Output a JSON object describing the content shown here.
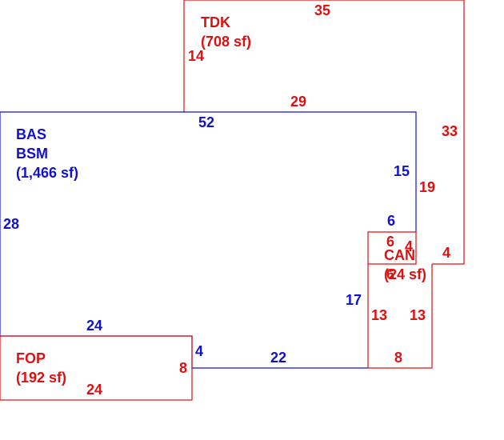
{
  "colors": {
    "red": "#dd1111",
    "blue": "#1111cc",
    "background": "#ffffff"
  },
  "areas": {
    "tdk": {
      "code": "TDK",
      "area": "(708 sf)"
    },
    "bas": {
      "code1": "BAS",
      "code2": "BSM",
      "area": "(1,466 sf)"
    },
    "fop": {
      "code": "FOP",
      "area": "(192 sf)"
    },
    "can": {
      "code": "CAN",
      "area": "(24 sf)"
    }
  },
  "dimensions": {
    "tdk_top": "35",
    "tdk_left": "14",
    "tdk_bottom": "29",
    "tdk_right": "33",
    "tdk_right_lower": "19",
    "tdk_step": "4",
    "bas_top": "52",
    "bas_left": "28",
    "bas_right_upper": "15",
    "bas_notch_top": "6",
    "bas_right_lower": "17",
    "bas_bottom_mid": "22",
    "bas_bottom_left": "24",
    "bas_step": "4",
    "can_top": "6",
    "can_side": "4",
    "can_bottom": "6",
    "fop_right": "8",
    "fop_bottom": "24",
    "lower_left": "13",
    "lower_right": "13",
    "lower_bottom": "8"
  }
}
